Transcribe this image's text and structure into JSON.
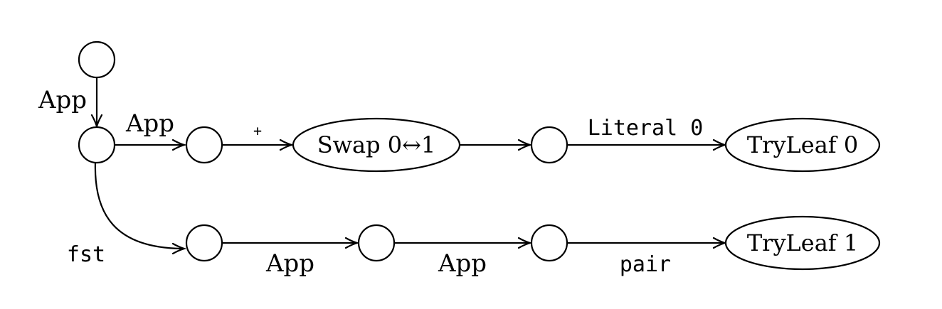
{
  "nodes": {
    "swap": "Swap 0↔1",
    "tryleaf0": "TryLeaf 0",
    "tryleaf1": "TryLeaf 1"
  },
  "edges": {
    "root_to_n1": "App",
    "n1_to_n2": "App",
    "n2_to_swap": "+",
    "swap_to_n3": "",
    "n3_to_tryleaf0": "Literal 0",
    "n1_to_n4": "fst",
    "n4_to_n5": "App",
    "n5_to_n6": "App",
    "n6_to_tryleaf1": "pair"
  }
}
